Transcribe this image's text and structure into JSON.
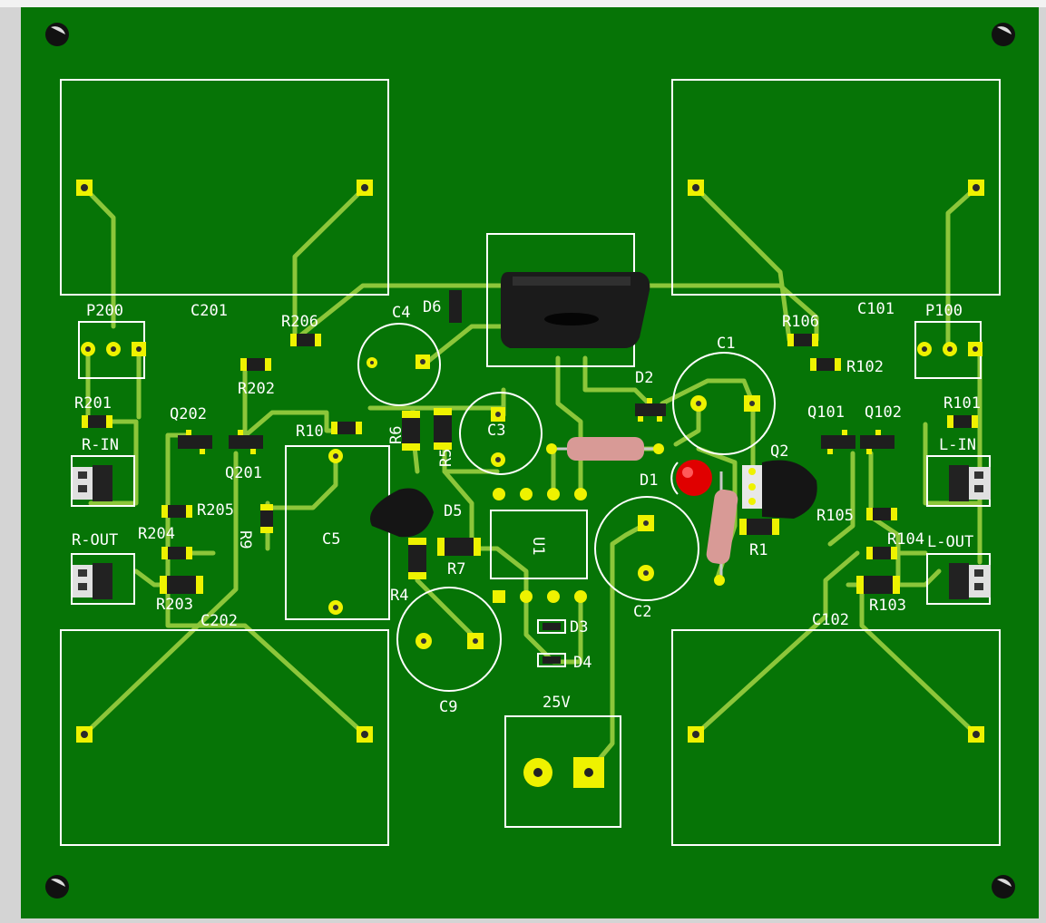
{
  "board": {
    "colors": {
      "background": "#d4d4d4",
      "board": "#067406",
      "trace": "#8cc63a",
      "silk": "#ffffff",
      "pad": "#eef200",
      "mounting_hole": "#111111",
      "resistor_body": "#d89a96",
      "led": "#e00000",
      "ic_body": "#1b1b1b"
    }
  },
  "labels": {
    "c201": "C201",
    "c202": "C202",
    "c101": "C101",
    "c102": "C102",
    "p200": "P200",
    "p100": "P100",
    "r201": "R201",
    "r202": "R202",
    "r203": "R203",
    "r204": "R204",
    "r205": "R205",
    "r206": "R206",
    "r101": "R101",
    "r102": "R102",
    "r103": "R103",
    "r104": "R104",
    "r105": "R105",
    "r106": "R106",
    "q201": "Q201",
    "q202": "Q202",
    "q101": "Q101",
    "q102": "Q102",
    "r_in": "R-IN",
    "r_out": "R-OUT",
    "l_in": "L-IN",
    "l_out": "L-OUT",
    "c1": "C1",
    "c2": "C2",
    "c3": "C3",
    "c4": "C4",
    "c5": "C5",
    "c9": "C9",
    "d1": "D1",
    "d2": "D2",
    "d3": "D3",
    "d4": "D4",
    "d5": "D5",
    "d6": "D6",
    "r1": "R1",
    "r4": "R4",
    "r5": "R5",
    "r6": "R6",
    "r7": "R7",
    "r9": "R9",
    "r10": "R10",
    "q2": "Q2",
    "u1": "U1",
    "v25": "25V"
  }
}
